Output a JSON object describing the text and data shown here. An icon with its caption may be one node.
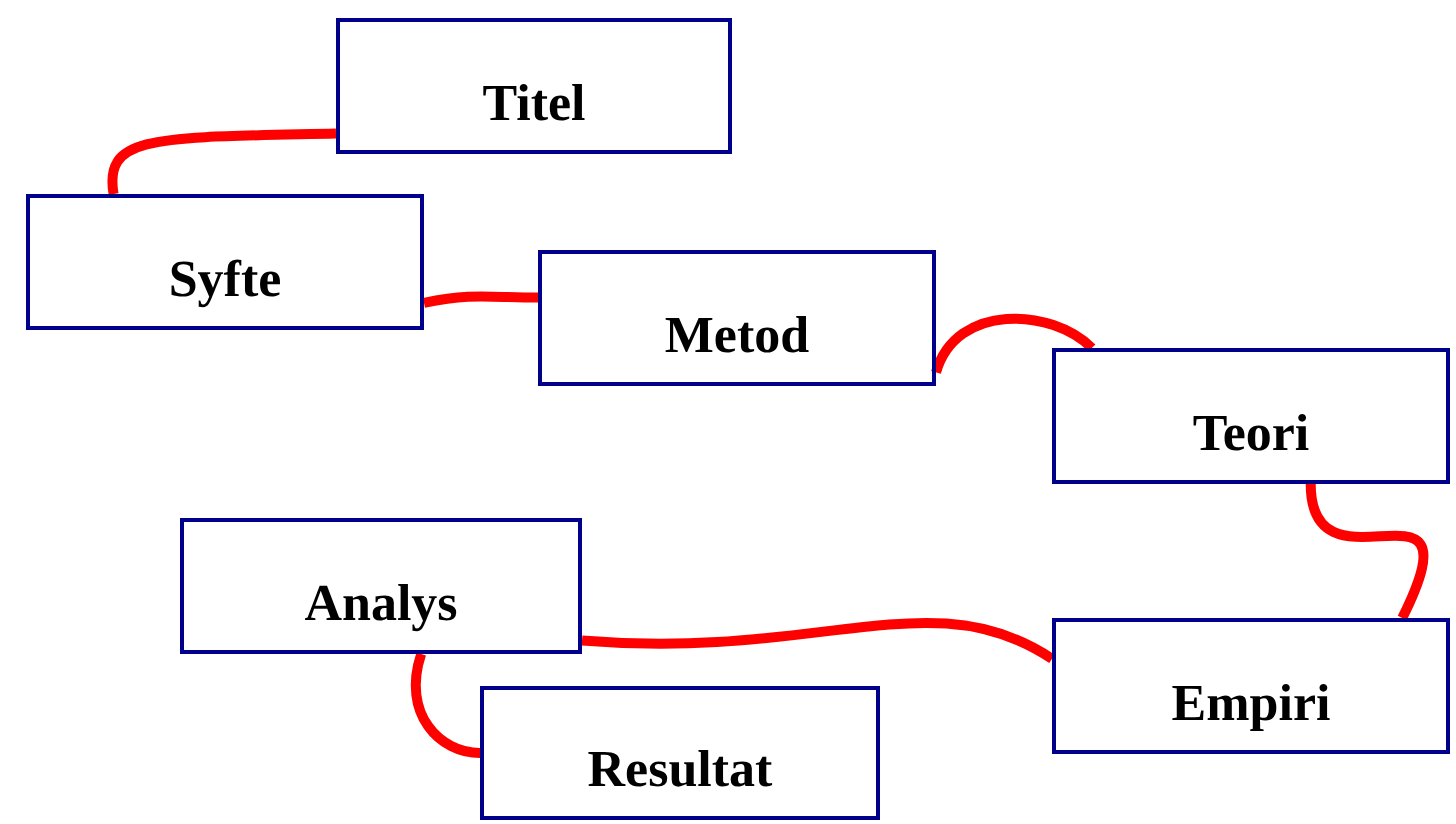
{
  "diagram": {
    "nodes": [
      {
        "text": [
          "Titel"
        ]
      },
      {
        "text": [
          "Syfte"
        ]
      },
      {
        "text": [
          "Metod"
        ]
      },
      {
        "text": [
          "Teori"
        ]
      },
      {
        "text": [
          "Analys"
        ]
      },
      {
        "text": [
          "Empiri"
        ]
      },
      {
        "text": [
          "Resultat"
        ]
      }
    ],
    "edges": [
      {
        "from": 0,
        "to": 1,
        "arrow": "none"
      },
      {
        "from": 1,
        "to": 2,
        "arrow": "none"
      },
      {
        "from": 2,
        "to": 3,
        "arrow": "none"
      },
      {
        "from": 3,
        "to": 5,
        "arrow": "none"
      },
      {
        "from": 5,
        "to": 4,
        "arrow": "none"
      },
      {
        "from": 4,
        "to": 6,
        "arrow": "none"
      }
    ]
  }
}
